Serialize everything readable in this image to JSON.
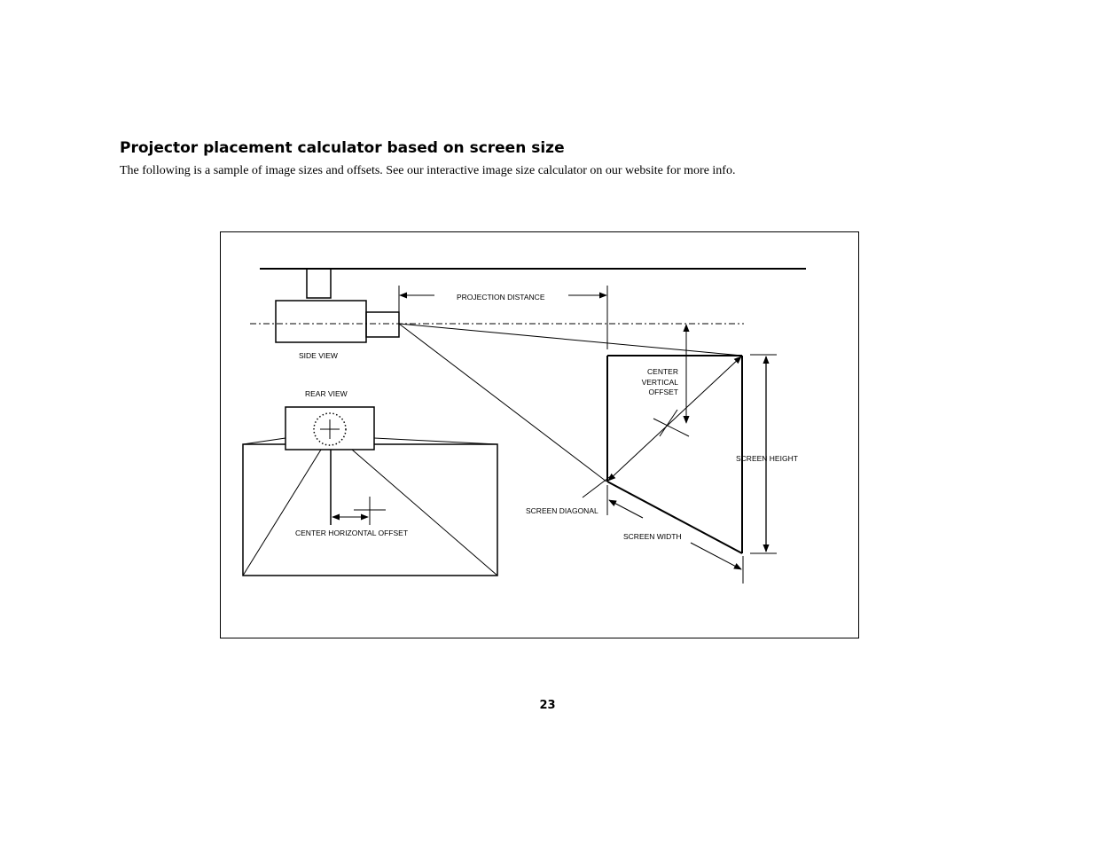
{
  "page": {
    "heading": "Projector placement calculator based on screen size",
    "intro": "The following is a sample of image sizes and offsets. See our interactive image size calculator on our website for more info.",
    "page_number": "23"
  },
  "diagram": {
    "labels": {
      "projection_distance": "PROJECTION DISTANCE",
      "side_view": "SIDE VIEW",
      "rear_view": "REAR VIEW",
      "center_vertical_offset_1": "CENTER",
      "center_vertical_offset_2": "VERTICAL",
      "center_vertical_offset_3": "OFFSET",
      "screen_height": "SCREEN HEIGHT",
      "screen_diagonal": "SCREEN DIAGONAL",
      "screen_width": "SCREEN WIDTH",
      "center_horizontal_offset": "CENTER HORIZONTAL OFFSET"
    }
  }
}
